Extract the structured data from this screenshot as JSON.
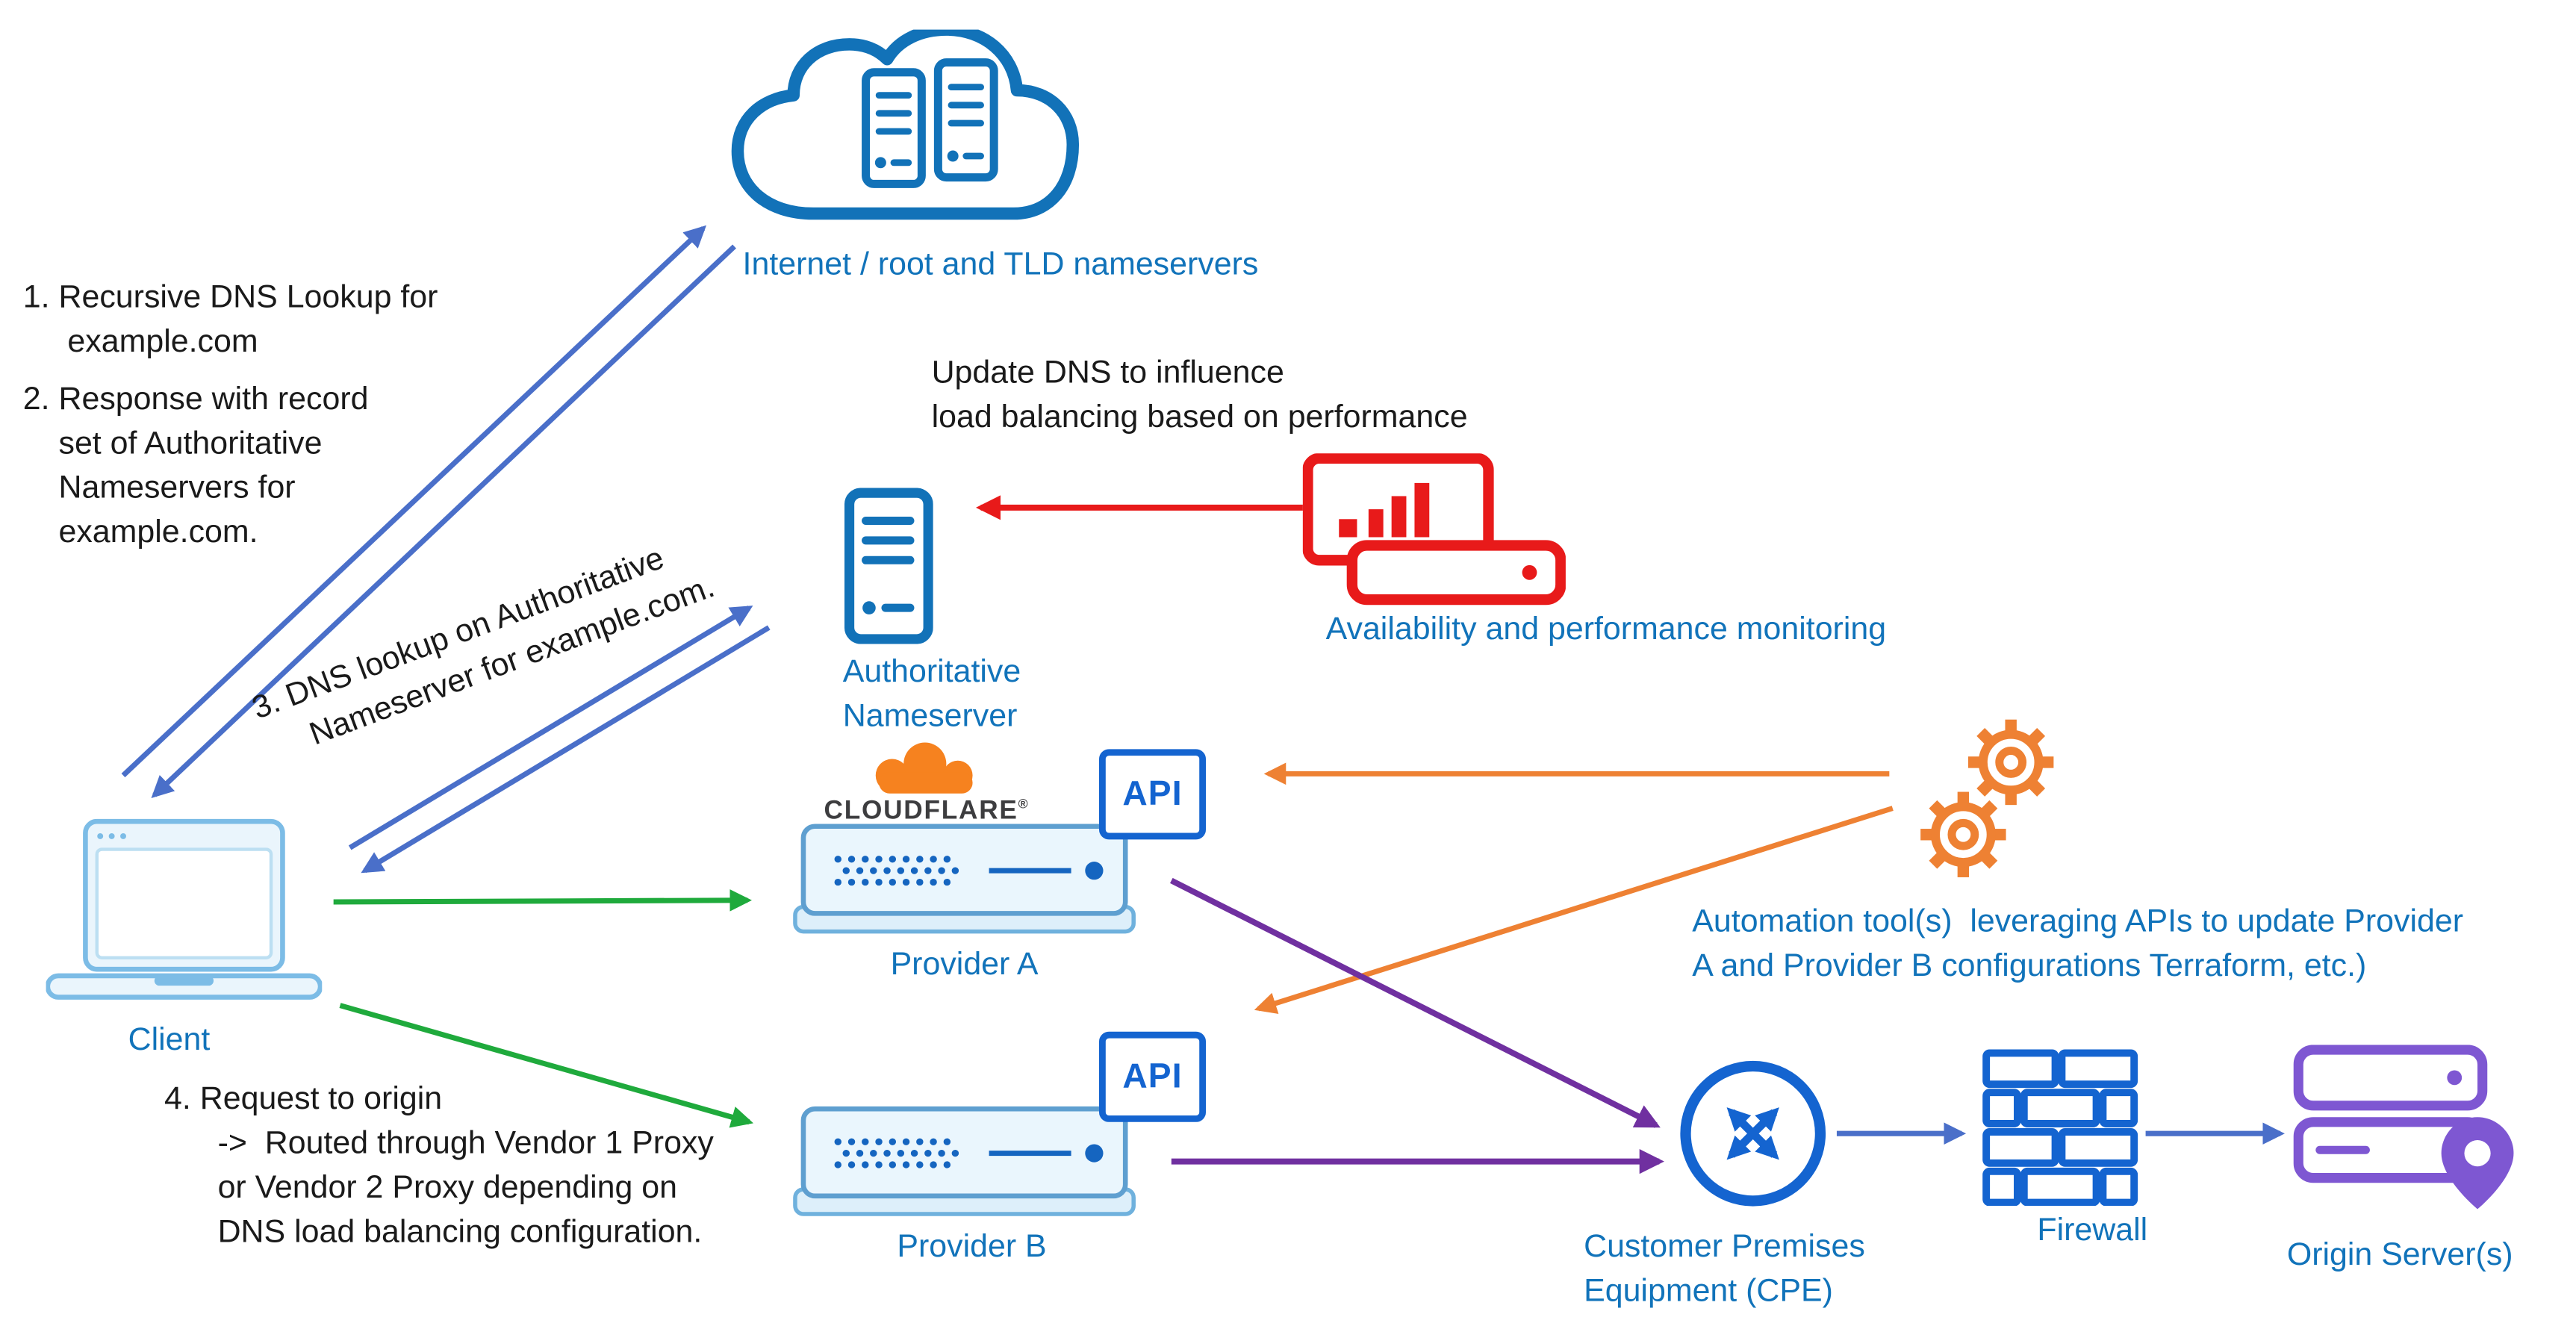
{
  "nodes": {
    "internet": {
      "label": "Internet / root and TLD nameservers"
    },
    "authoritative_nameserver": {
      "label": "Authoritative\nNameserver"
    },
    "monitoring": {
      "label": "Availability and performance monitoring"
    },
    "client": {
      "label": "Client"
    },
    "provider_a": {
      "label": "Provider A",
      "brand": "CLOUDFLARE",
      "brand_mark": "®",
      "api_label": "API"
    },
    "provider_b": {
      "label": "Provider B",
      "api_label": "API"
    },
    "automation": {
      "label": "Automation tool(s)  leveraging APIs to update Provider\nA and Provider B configurations Terraform, etc.)"
    },
    "cpe": {
      "label": "Customer Premises\nEquipment (CPE)"
    },
    "firewall": {
      "label": "Firewall"
    },
    "origin": {
      "label": "Origin Server(s)"
    }
  },
  "annotations": {
    "step1": "1. Recursive DNS Lookup for\n     example.com",
    "step2": "2. Response with record\n    set of Authoritative\n    Nameservers for\n    example.com.",
    "step3": "3. DNS lookup on Authoritative\n     Nameserver for example.com.",
    "step4": "4. Request to origin\n      ->  Routed through Vendor 1 Proxy\n      or Vendor 2 Proxy depending on\n      DNS load balancing configuration.",
    "update_dns": "Update DNS to influence\nload balancing based on performance"
  },
  "colors": {
    "label_blue": "#1173ba",
    "icon_blue": "#1272b8",
    "accent_blue": "#1464d0",
    "arrow_steel_blue": "#4a6fc9",
    "arrow_green": "#1faa3c",
    "arrow_red": "#e81a1a",
    "arrow_orange": "#ee8133",
    "arrow_purple": "#7030a0",
    "origin_purple": "#7e57d2",
    "cloudflare_orange": "#f6821f"
  }
}
